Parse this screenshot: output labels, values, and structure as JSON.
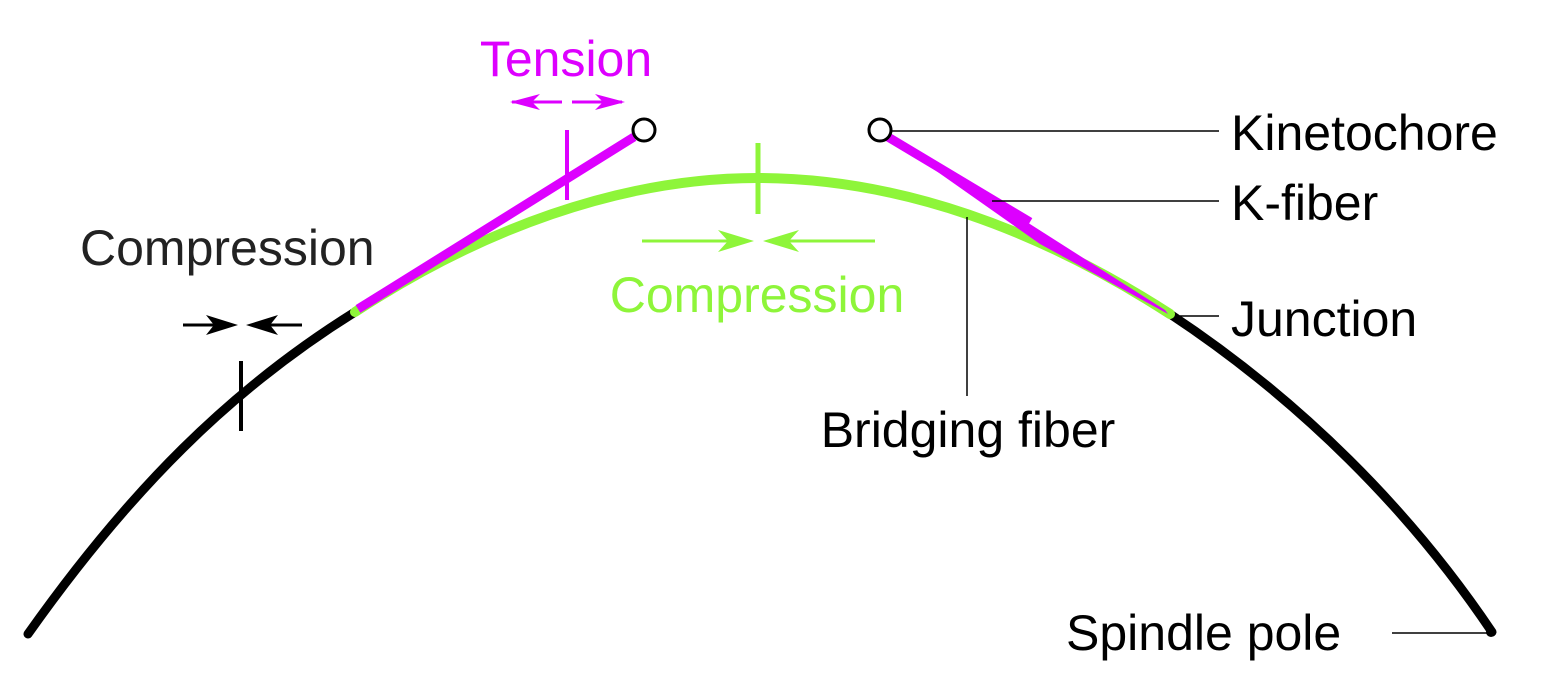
{
  "diagram": {
    "subject": "Mitotic spindle mechanics: k-fiber and bridging fiber",
    "colors": {
      "tension": "#dd00ff",
      "compression_bridge": "#8ef53a",
      "outer_fiber": "#000000",
      "label": "#111111"
    },
    "labels": {
      "tension": "Tension",
      "compression_bridging": "Compression",
      "compression_outer": "Compression",
      "kinetochore": "Kinetochore",
      "k_fiber": "K-fiber",
      "junction": "Junction",
      "bridging_fiber": "Bridging fiber",
      "spindle_pole": "Spindle pole"
    },
    "annotations": [
      {
        "name": "tension",
        "force": "tension",
        "arrow_direction": "outward",
        "color_key": "tension"
      },
      {
        "name": "compression-bridging",
        "force": "compression",
        "arrow_direction": "inward",
        "color_key": "compression_bridge"
      },
      {
        "name": "compression-outer",
        "force": "compression",
        "arrow_direction": "inward",
        "color_key": "outer_fiber"
      }
    ],
    "elements": [
      "Kinetochore",
      "K-fiber",
      "Junction",
      "Bridging fiber",
      "Spindle pole"
    ]
  }
}
